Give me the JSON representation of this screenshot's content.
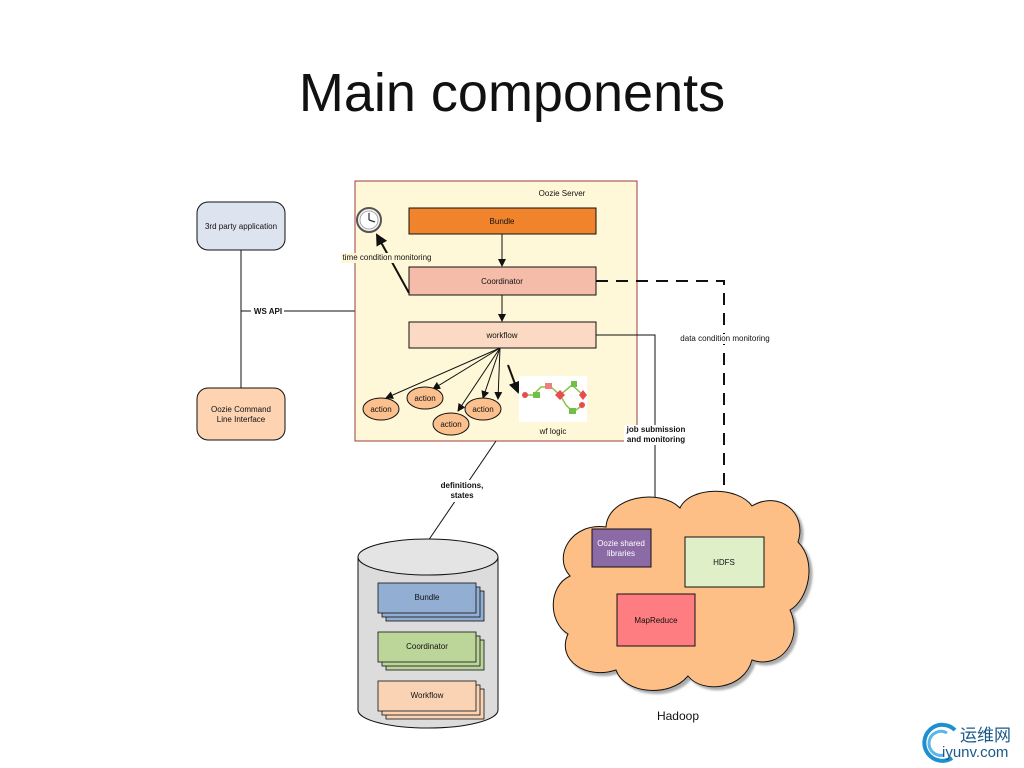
{
  "title": "Main components",
  "diagram": {
    "third_party_app": "3rd party application",
    "ws_api": "WS API",
    "cli": [
      "Oozie Command",
      "Line Interface"
    ],
    "oozie_server": "Oozie Server",
    "bundle": "Bundle",
    "coordinator": "Coordinator",
    "workflow": "workflow",
    "time_condition": "time condition monitoring",
    "data_condition": "data condition monitoring",
    "action": "action",
    "wf_logic": "wf logic",
    "job_submission": [
      "job submission",
      "and monitoring"
    ],
    "definitions_states": [
      "definitions,",
      "states"
    ],
    "db_bundle": "Bundle",
    "db_coordinator": "Coordinator",
    "db_workflow": "Workflow",
    "shared_libraries": [
      "Oozie shared",
      "libraries"
    ],
    "hdfs": "HDFS",
    "mapreduce": "MapReduce",
    "hadoop": "Hadoop"
  },
  "colors": {
    "server_fill": "#fff8d8",
    "bundle_orange": "#f0842c",
    "coordinator_pink": "#f5bcaa",
    "workflow_peach": "#fbd9c2",
    "action_oval": "#fbc08e",
    "cloud": "#fdbf86",
    "hdfs": "#dff0c8",
    "mapreduce": "#fd7d80",
    "shared_lib": "#8c6aa6",
    "db_bundle": "#93aed3",
    "db_coordinator": "#bcd69a",
    "db_workflow": "#fad3b5",
    "client_box": "#dee3f0",
    "cli_box": "#fdd3b2"
  },
  "watermark": {
    "cn": "运维网",
    "en": "iyunv.com"
  }
}
